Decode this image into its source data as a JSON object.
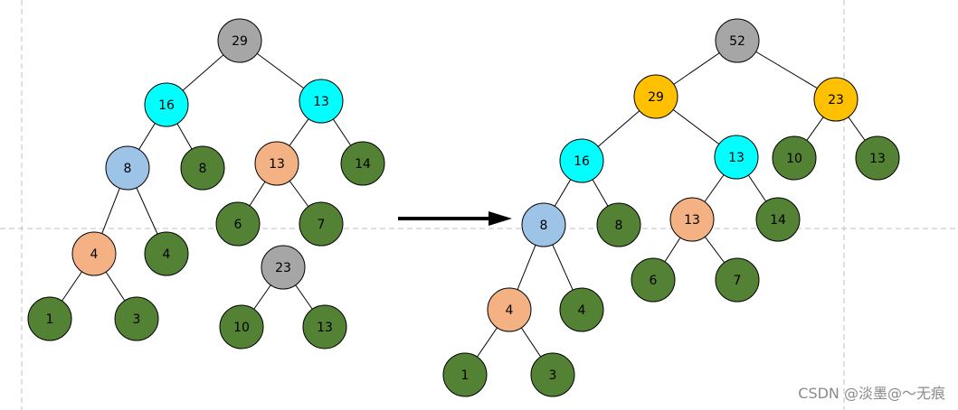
{
  "colors": {
    "gray": "#a6a6a6",
    "cyan": "#00ffff",
    "blue": "#9dc3e6",
    "salmon": "#f4b183",
    "green": "#548235",
    "gold": "#ffc000",
    "guide": "#bfbfbf",
    "arrow": "#000000"
  },
  "left_forest": [
    {
      "label": "29",
      "color": "gray",
      "children": [
        {
          "label": "16",
          "color": "cyan",
          "children": [
            {
              "label": "8",
              "color": "blue",
              "children": [
                {
                  "label": "4",
                  "color": "salmon",
                  "children": [
                    {
                      "label": "1",
                      "color": "green"
                    },
                    {
                      "label": "3",
                      "color": "green"
                    }
                  ]
                },
                {
                  "label": "4",
                  "color": "green"
                }
              ]
            },
            {
              "label": "8",
              "color": "green"
            }
          ]
        },
        {
          "label": "13",
          "color": "cyan",
          "children": [
            {
              "label": "13",
              "color": "salmon",
              "children": [
                {
                  "label": "6",
                  "color": "green"
                },
                {
                  "label": "7",
                  "color": "green"
                }
              ]
            },
            {
              "label": "14",
              "color": "green"
            }
          ]
        }
      ]
    },
    {
      "label": "23",
      "color": "gray",
      "children": [
        {
          "label": "10",
          "color": "green"
        },
        {
          "label": "13",
          "color": "green"
        }
      ]
    }
  ],
  "right_tree": {
    "label": "52",
    "color": "gray",
    "children": [
      {
        "label": "29",
        "color": "gold",
        "children": [
          {
            "label": "16",
            "color": "cyan",
            "children": [
              {
                "label": "8",
                "color": "blue",
                "children": [
                  {
                    "label": "4",
                    "color": "salmon",
                    "children": [
                      {
                        "label": "1",
                        "color": "green"
                      },
                      {
                        "label": "3",
                        "color": "green"
                      }
                    ]
                  },
                  {
                    "label": "4",
                    "color": "green"
                  }
                ]
              },
              {
                "label": "8",
                "color": "green"
              }
            ]
          },
          {
            "label": "13",
            "color": "cyan",
            "children": [
              {
                "label": "13",
                "color": "salmon",
                "children": [
                  {
                    "label": "6",
                    "color": "green"
                  },
                  {
                    "label": "7",
                    "color": "green"
                  }
                ]
              },
              {
                "label": "14",
                "color": "green"
              }
            ]
          }
        ]
      },
      {
        "label": "23",
        "color": "gold",
        "children": [
          {
            "label": "10",
            "color": "green"
          },
          {
            "label": "13",
            "color": "green"
          }
        ]
      }
    ]
  },
  "watermark": "CSDN @淡墨@～无痕"
}
